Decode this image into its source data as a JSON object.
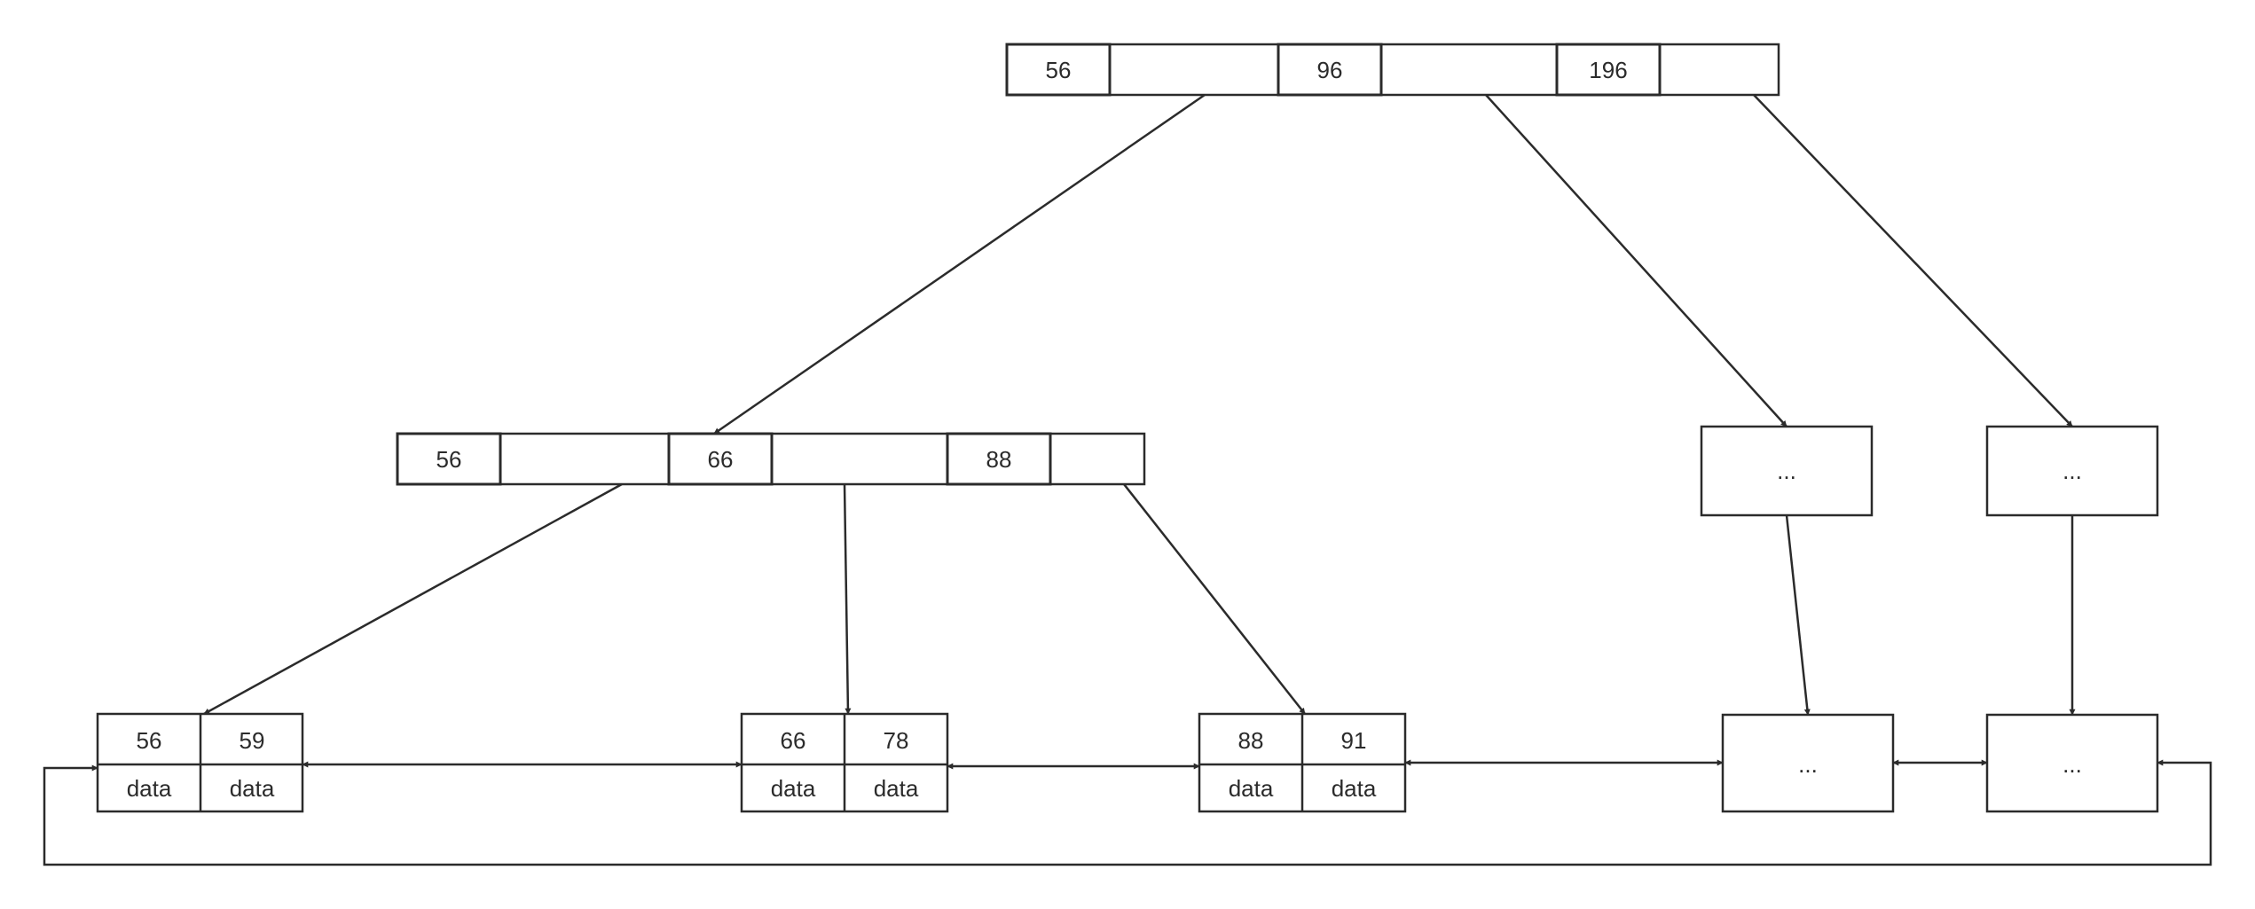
{
  "root": {
    "keys": [
      "56",
      "96",
      "196"
    ]
  },
  "internal": {
    "keys": [
      "56",
      "66",
      "88"
    ]
  },
  "leaves": [
    {
      "keys": [
        "56",
        "59"
      ],
      "values": [
        "data",
        "data"
      ]
    },
    {
      "keys": [
        "66",
        "78"
      ],
      "values": [
        "data",
        "data"
      ]
    },
    {
      "keys": [
        "88",
        "91"
      ],
      "values": [
        "data",
        "data"
      ]
    }
  ],
  "placeholder_text": "..."
}
